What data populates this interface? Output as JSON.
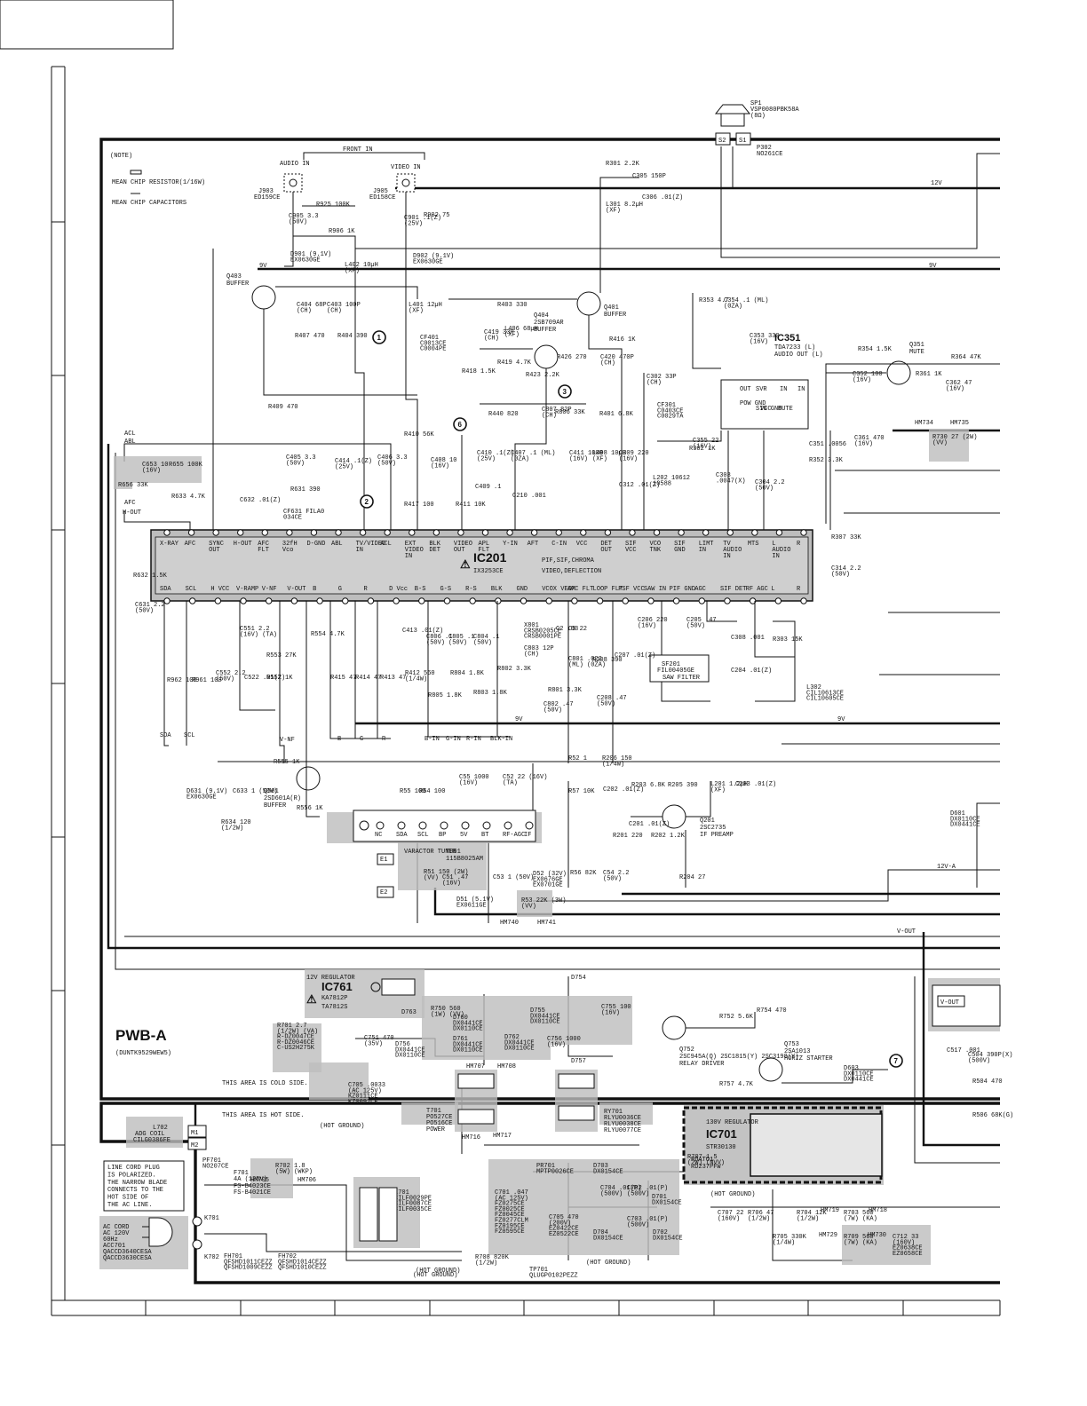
{
  "note": {
    "title": "(NOTE)",
    "resistor": "MEAN CHIP RESISTOR(1/16W)",
    "capacitor": "MEAN CHIP CAPACITORS"
  },
  "front_in": {
    "label": "FRONT IN",
    "audio": "AUDIO IN",
    "video": "VIDEO IN",
    "audio_jack": [
      "J903",
      "ED159CE"
    ],
    "video_jack": [
      "J905",
      "ED158CE"
    ]
  },
  "ic201": {
    "name": "IC201",
    "part": "IX3253CE",
    "desc1": "PIF,SIF,CHROMA",
    "desc2": "VIDEO,DEFLECTION",
    "top_pins": [
      "X-RAY",
      "AFC",
      "SYNC OUT",
      "H-OUT",
      "AFC FLT",
      "32fH Vco",
      "D-GND",
      "ABL",
      "TV/VIDEO IN",
      "ACL",
      "EXT VIDEO IN",
      "BLK DET",
      "VIDEO OUT",
      "APL FLT",
      "Y-IN",
      "AFT",
      "C-IN",
      "VCC",
      "DET OUT",
      "SIF VCC",
      "VCO TNK",
      "SIF GND",
      "LIMT IN",
      "TV AUDIO IN",
      "MTS",
      "L AUDIO IN",
      "R"
    ],
    "bottom_pins": [
      "SDA",
      "SCL",
      "H VCC",
      "V-RAMP",
      "V-NF",
      "V-OUT",
      "B",
      "G",
      "R",
      "D Vcc",
      "B-S",
      "G-S",
      "R-S",
      "BLK",
      "GND",
      "VCOX VEOX",
      "APC FLT",
      "LOOP FLT",
      "PSF VCC",
      "SAW IN",
      "PIF GND",
      "AGC",
      "SIF DET",
      "RF AGC",
      "L",
      "R"
    ]
  },
  "ic351": {
    "name": "IC351",
    "part": "TDA7233 (L)",
    "desc": "AUDIO OUT (L)",
    "pins": [
      "OUT",
      "SVR",
      "IN",
      "IN",
      "POW GND",
      "SIG GND",
      "VCC",
      "MUTE"
    ]
  },
  "ic761": {
    "title": "12V REGULATOR",
    "name": "IC761",
    "parts": [
      "KA7812P",
      "TA7812S"
    ]
  },
  "ic701": {
    "title": "130V REGULATOR",
    "name": "IC701",
    "part": "STR30130",
    "heatsink": [
      "RDATO1",
      "RD237PFW"
    ]
  },
  "speaker": {
    "ref": "SP1",
    "part": "VSP0080PBK58A",
    "imp": "(8Ω)",
    "plugs": [
      "S2",
      "S1"
    ],
    "conn": [
      "P302",
      "NO261CE"
    ]
  },
  "transistors": [
    {
      "ref": "Q403",
      "desc": "BUFFER"
    },
    {
      "ref": "Q404",
      "part": "2SB709AR",
      "desc": "BUFFER"
    },
    {
      "ref": "Q401",
      "desc": "BUFFER"
    },
    {
      "ref": "Q351",
      "desc": "MUTE"
    },
    {
      "ref": "Q501",
      "part": "2SD601A(R)",
      "desc": "BUFFER"
    },
    {
      "ref": "Q201",
      "part": "2SC2735",
      "desc": "IF PREAMP"
    },
    {
      "ref": "Q752",
      "part": "2SC945A(Q) 2SC1815(Y) 2SC3198(Y)",
      "desc": "RELAY DRIVER"
    },
    {
      "ref": "Q753",
      "part": "2SA1013",
      "desc": "HORIZ STARTER"
    }
  ],
  "tuner": {
    "ref": "TU51",
    "part": "115B8025AM",
    "desc": "VARACTOR TUNER",
    "pins": [
      "NC",
      "SDA",
      "SCL",
      "BP",
      "5V",
      "BT",
      "RF-AGC",
      "IF"
    ]
  },
  "saw": {
    "ref": "SF201",
    "part": "FIL00405GE",
    "desc": "SAW FILTER"
  },
  "rails": {
    "v12": "12V",
    "v9": "9V",
    "v12a": "12V-A",
    "vout": "V-OUT"
  },
  "board": {
    "name": "PWB-A",
    "code": "(DUNTK9529WEW5)",
    "cold": "THIS AREA IS COLD SIDE.",
    "hot": "THIS AREA IS HOT SIDE.",
    "hot_ground": "(HOT GROUND)"
  },
  "linecord": {
    "lines": [
      "LINE CORD PLUG",
      "IS POLARIZED.",
      "THE NARROW BLADE",
      "CONNECTS TO THE",
      "HOT SIDE OF",
      "THE AC LINE."
    ],
    "acc": [
      "AC CORD",
      "AC 120V",
      "60Hz",
      "ACC701",
      "QACCD3640CESA",
      "QACCD3630CESA"
    ]
  },
  "relay": {
    "ref": "RY701",
    "parts": [
      "RLYU0036CE",
      "RLYU0038CE",
      "RLYU0077CE"
    ]
  },
  "transformer": {
    "ref": "T701",
    "parts": [
      "PO527CE",
      "PO516CE"
    ],
    "desc": "POWER"
  },
  "degauss": {
    "ref": "L702",
    "desc": "ADG COIL",
    "part": "CILG0386FE",
    "plugs": [
      "M1",
      "M2"
    ]
  },
  "fuse": {
    "ref": "F701",
    "rating": "4A (125V)",
    "parts": [
      "FS-B4023CE",
      "FS-B4021CE"
    ]
  },
  "markers": [
    "1",
    "2",
    "3",
    "6",
    "7"
  ],
  "grid_rows": 8,
  "components": [
    {
      "t": "R925 100K"
    },
    {
      "t": "C905 3.3 (50V)"
    },
    {
      "t": "R906 1K"
    },
    {
      "t": "D901 (9.1V) EX0630GE"
    },
    {
      "t": "C901 .1(Z) (25V)"
    },
    {
      "t": "R902 75"
    },
    {
      "t": "D902 (9.1V) EX0630GE"
    },
    {
      "t": "L402 10µH (XF)"
    },
    {
      "t": "C404 68P (CH)"
    },
    {
      "t": "C403 100P (CH)"
    },
    {
      "t": "R407 470"
    },
    {
      "t": "R404 390"
    },
    {
      "t": "L401 12µH (XF)"
    },
    {
      "t": "CF401 C0013CE C0004PE"
    },
    {
      "t": "R403 330"
    },
    {
      "t": "R409 470"
    },
    {
      "t": "C419 33P (CH)"
    },
    {
      "t": "L406 68µH (XF)"
    },
    {
      "t": "R426 270"
    },
    {
      "t": "R418 1.5K"
    },
    {
      "t": "R419 4.7K"
    },
    {
      "t": "R423 2.2K"
    },
    {
      "t": "R416 1K"
    },
    {
      "t": "C420 470P (CH)"
    },
    {
      "t": "R440 820"
    },
    {
      "t": "C807 82P (CH)"
    },
    {
      "t": "R806 33K"
    },
    {
      "t": "R401 6.8K"
    },
    {
      "t": "R301 2.2K"
    },
    {
      "t": "C305 150P"
    },
    {
      "t": "C306 .01(Z)"
    },
    {
      "t": "L301 8.2µH (XF)"
    },
    {
      "t": "C302 33P (CH)"
    },
    {
      "t": "CF301 C0403CE C0029TA"
    },
    {
      "t": "R353 4.7"
    },
    {
      "t": "C354 .1 (ML) (0ZA)"
    },
    {
      "t": "C353 330 (16V)"
    },
    {
      "t": "R354 1.5K"
    },
    {
      "t": "C352 100 (16V)"
    },
    {
      "t": "R361 1K"
    },
    {
      "t": "R364 47K"
    },
    {
      "t": "C362 47 (16V)"
    },
    {
      "t": "C361 470 (16V)"
    },
    {
      "t": "C351 .0056"
    },
    {
      "t": "R352 3.3K"
    },
    {
      "t": "C355 22 (16V)"
    },
    {
      "t": "R302 1K"
    },
    {
      "t": "R730 27 (2W) (VV)"
    },
    {
      "t": "C303 .0047(X)"
    },
    {
      "t": "C304 2.2 (50V)"
    },
    {
      "t": "L202 10612 10588"
    },
    {
      "t": "R410 56K"
    },
    {
      "t": "C408 10 (16V)"
    },
    {
      "t": "R417 100"
    },
    {
      "t": "C410 .1(Z) (25V)"
    },
    {
      "t": "C409 .1"
    },
    {
      "t": "R411 10K"
    },
    {
      "t": "C407 .1 (ML) (0ZA)"
    },
    {
      "t": "C210 .001"
    },
    {
      "t": "C411 1000 (16V)"
    },
    {
      "t": "L408 10µH (XF)"
    },
    {
      "t": "C309 220 (16V)"
    },
    {
      "t": "C312 .01(Z)"
    },
    {
      "t": "C653 10 (16V)"
    },
    {
      "t": "R655 100K"
    },
    {
      "t": "R656 33K"
    },
    {
      "t": "R633 4.7K"
    },
    {
      "t": "C632 .01(Z)"
    },
    {
      "t": "R631 390"
    },
    {
      "t": "CF631 FILA0 034CE"
    },
    {
      "t": "C405 3.3 (50V)"
    },
    {
      "t": "C414 .1(Z) (25V)"
    },
    {
      "t": "C406 3.3 (50V)"
    },
    {
      "t": "R632 1.5K"
    },
    {
      "t": "C631 2.2 (50V)"
    },
    {
      "t": "R307 33K"
    },
    {
      "t": "C314 2.2 (50V)"
    },
    {
      "t": "C551 2.2 (16V) (TA)"
    },
    {
      "t": "R553 27K"
    },
    {
      "t": "R554 4.7K"
    },
    {
      "t": "C552 2.2 (50V)"
    },
    {
      "t": "C522 .01(Z)"
    },
    {
      "t": "R552 1K"
    },
    {
      "t": "R962 100"
    },
    {
      "t": "R961 100"
    },
    {
      "t": "R415 47"
    },
    {
      "t": "R414 47"
    },
    {
      "t": "R413 47"
    },
    {
      "t": "R412 560 (1/4W)"
    },
    {
      "t": "C413 .01(Z)"
    },
    {
      "t": "C806 .1 (50V)"
    },
    {
      "t": "C805 .1 (50V)"
    },
    {
      "t": "C804 .1 (50V)"
    },
    {
      "t": "R804 1.8K"
    },
    {
      "t": "R805 1.8K"
    },
    {
      "t": "R803 1.8K"
    },
    {
      "t": "R802 3.3K"
    },
    {
      "t": "X801 CRSB0205CE CRSB0001PE"
    },
    {
      "t": "C803 12P (CH)"
    },
    {
      "t": "C2 .03"
    },
    {
      "t": "C9 22"
    },
    {
      "t": "C801 .022 (ML) (0ZA)"
    },
    {
      "t": "R801 3.3K"
    },
    {
      "t": "C802 .47 (50V)"
    },
    {
      "t": "R208 390"
    },
    {
      "t": "C207 .01(Z)"
    },
    {
      "t": "C208 .47 (50V)"
    },
    {
      "t": "C206 220 (16V)"
    },
    {
      "t": "C205 .47 (50V)"
    },
    {
      "t": "C308 .001"
    },
    {
      "t": "R303 15K"
    },
    {
      "t": "C204 .01(Z)"
    },
    {
      "t": "L302 CIL10613CE CIL10605CE"
    },
    {
      "t": "R555 1K"
    },
    {
      "t": "R556 1K"
    },
    {
      "t": "D631 (9.1V) EX0630GE"
    },
    {
      "t": "C633 1 (50V)"
    },
    {
      "t": "R634 120 (1/2W)"
    },
    {
      "t": "R55 100"
    },
    {
      "t": "R54 100"
    },
    {
      "t": "C55 1000 (16V)"
    },
    {
      "t": "C52 22 (16V) (TA)"
    },
    {
      "t": "R52 1"
    },
    {
      "t": "R206 150 (1/4W)"
    },
    {
      "t": "R57 10K"
    },
    {
      "t": "C202 .01(Z)"
    },
    {
      "t": "R203 6.8K"
    },
    {
      "t": "R205 390"
    },
    {
      "t": "L201 1.2µH (XF)"
    },
    {
      "t": "C203 .01(Z)"
    },
    {
      "t": "C201 .01(Z)"
    },
    {
      "t": "R201 220"
    },
    {
      "t": "R202 1.2K"
    },
    {
      "t": "R204 27"
    },
    {
      "t": "R51 150 (2W) (VV)"
    },
    {
      "t": "C51 .47 (16V)"
    },
    {
      "t": "C53 1 (50V)"
    },
    {
      "t": "D52 (32V) EX0676GE EX0701GE"
    },
    {
      "t": "R56 82K"
    },
    {
      "t": "C54 2.2 (50V)"
    },
    {
      "t": "D51 (5.1V) EX0611GE"
    },
    {
      "t": "R53 22K (3W) (VV)"
    },
    {
      "t": "D601 DX0110CE DX0441CE"
    },
    {
      "t": "D754"
    },
    {
      "t": "R750 560 (1W) (VV)"
    },
    {
      "t": "D760 DX0441CE DX0110CE"
    },
    {
      "t": "D755 DX0441CE DX0110CE"
    },
    {
      "t": "C755 100 (16V)"
    },
    {
      "t": "D763"
    },
    {
      "t": "C751 470 (35V)"
    },
    {
      "t": "D756 DX0441CE DX0110CE"
    },
    {
      "t": "D761 DX0441CE DX0110CE"
    },
    {
      "t": "D762 DX0441CE DX0110CE"
    },
    {
      "t": "C756 1000 (16V)"
    },
    {
      "t": "R752 5.6K"
    },
    {
      "t": "R754 470"
    },
    {
      "t": "R757 4.7K"
    },
    {
      "t": "D603 DX0110CE DX0441CE"
    },
    {
      "t": "R701 2.7 (1/2W) (VA) R-DZ0047CE R-DZ0046CE C-US2H275K"
    },
    {
      "t": "C705 .0033 (AC 125V) KZ0111CE KZ0092CE"
    },
    {
      "t": "D757"
    },
    {
      "t": "PF701 NO207CE"
    },
    {
      "t": "R702 1.8 (5W) (WKP)"
    },
    {
      "t": "L701 CILF0029PE CILF0087CE CILF0035CE"
    },
    {
      "t": "PR701 MPTP0026CE"
    },
    {
      "t": "C701 .047 (AC 125V) FZ0275CE FZ0025CE FZ0045CE FZ0277CLM FZ0195CE FZ0595CE"
    },
    {
      "t": "D703 DX0154CE"
    },
    {
      "t": "C704 .01(P) (500V)"
    },
    {
      "t": "C702 .01(P) (500V)"
    },
    {
      "t": "D701 DX0154CE"
    },
    {
      "t": "C705 470 (200V) EZ0422CE EZ0522CE"
    },
    {
      "t": "D704 DX0154CE"
    },
    {
      "t": "C703 .01(P) (500V)"
    },
    {
      "t": "D702 DX0154CE"
    },
    {
      "t": "R707 1.5 (2W) (NVV)"
    },
    {
      "t": "C707 22 (160V)"
    },
    {
      "t": "R706 47 (1/2W)"
    },
    {
      "t": "R704 12K (1/2W)"
    },
    {
      "t": "R705 330K (1/4W)"
    },
    {
      "t": "R703 560 (7W) (KA)"
    },
    {
      "t": "R709 560 (7W) (KA)"
    },
    {
      "t": "C712 33 (160V) EZ0638CE EZ0658CE"
    },
    {
      "t": "R708 820K (1/2W)"
    },
    {
      "t": "TP701 QLUGP0102PEZZ"
    },
    {
      "t": "FH701 QFSHD1011CEZZ QFSHD1009CEZZ"
    },
    {
      "t": "FH702 QFSHD1014CEZZ QFSHD1010CEZZ"
    },
    {
      "t": "C517 .001"
    },
    {
      "t": "C504 390P(X) (500V)"
    },
    {
      "t": "R504 470"
    },
    {
      "t": "R506 68K(G)"
    }
  ],
  "hm_labels": [
    "HM734",
    "HM735",
    "HM740",
    "HM741",
    "HM707",
    "HM708",
    "HM716",
    "HM717",
    "HM705",
    "HM706",
    "HM719",
    "HM718",
    "HM729",
    "HM730"
  ],
  "net_labels": [
    "ACL",
    "ABL",
    "AFC",
    "H-OUT",
    "SDA",
    "SCL",
    "V-NF",
    "B",
    "G",
    "R",
    "B-IN",
    "G-IN",
    "R-IN",
    "BLK-IN",
    "E1",
    "E2",
    "K701",
    "K702",
    "(HOT GROUND)"
  ],
  "warning": "⚠"
}
